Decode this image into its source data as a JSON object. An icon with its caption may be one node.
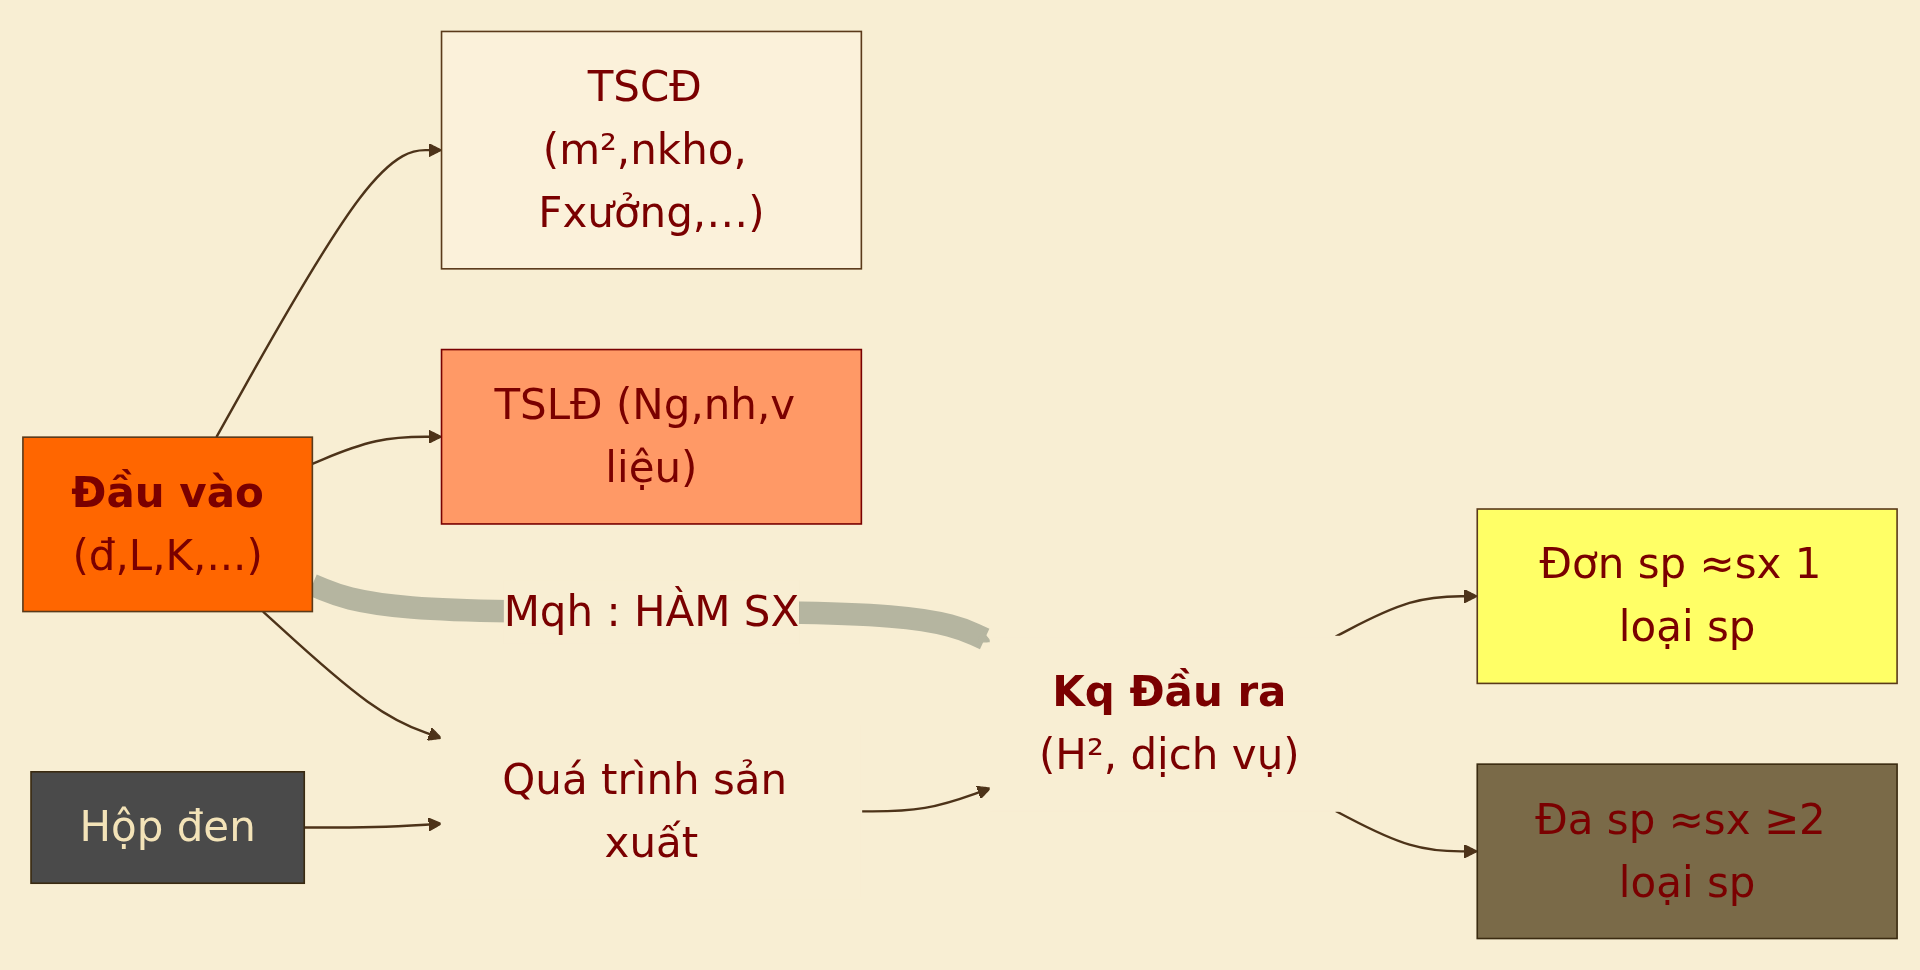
{
  "diagram": {
    "nodes": [
      {
        "text": [
          "Hộp đen"
        ]
      },
      {
        "text": [
          "TSCĐ (m²,nkho, Fxưởng,…)"
        ]
      },
      {
        "text": [
          "TSLĐ (Ng,nh,v liệu)"
        ]
      },
      {
        "text": [
          "Đầu vào",
          "(đ,L,K,...)"
        ]
      },
      {
        "text": [
          "Quá trình sản xuất"
        ]
      },
      {
        "text": [
          "Kq Đầu ra",
          "(H², dịch vụ)"
        ]
      },
      {
        "text": [
          "Đơn sp ≈sx 1 loại sp"
        ]
      },
      {
        "text": [
          "Đa sp ≈sx ≥2 loại sp"
        ]
      }
    ],
    "edges": [
      {
        "from": 0,
        "to": 4,
        "arrow": "to"
      },
      {
        "from": 3,
        "to": 1,
        "arrow": "to"
      },
      {
        "from": 3,
        "to": 2,
        "arrow": "to"
      },
      {
        "from": 3,
        "to": 4,
        "arrow": "to"
      },
      {
        "from": 4,
        "to": 5,
        "arrow": "to"
      },
      {
        "from": 5,
        "to": 6,
        "arrow": "to"
      },
      {
        "from": 5,
        "to": 7,
        "arrow": "to"
      },
      {
        "from": 3,
        "to": 5,
        "arrow": "to",
        "label": "Mqh : HÀM SX",
        "style": "thick",
        "color": "#b5b5a0"
      }
    ]
  }
}
